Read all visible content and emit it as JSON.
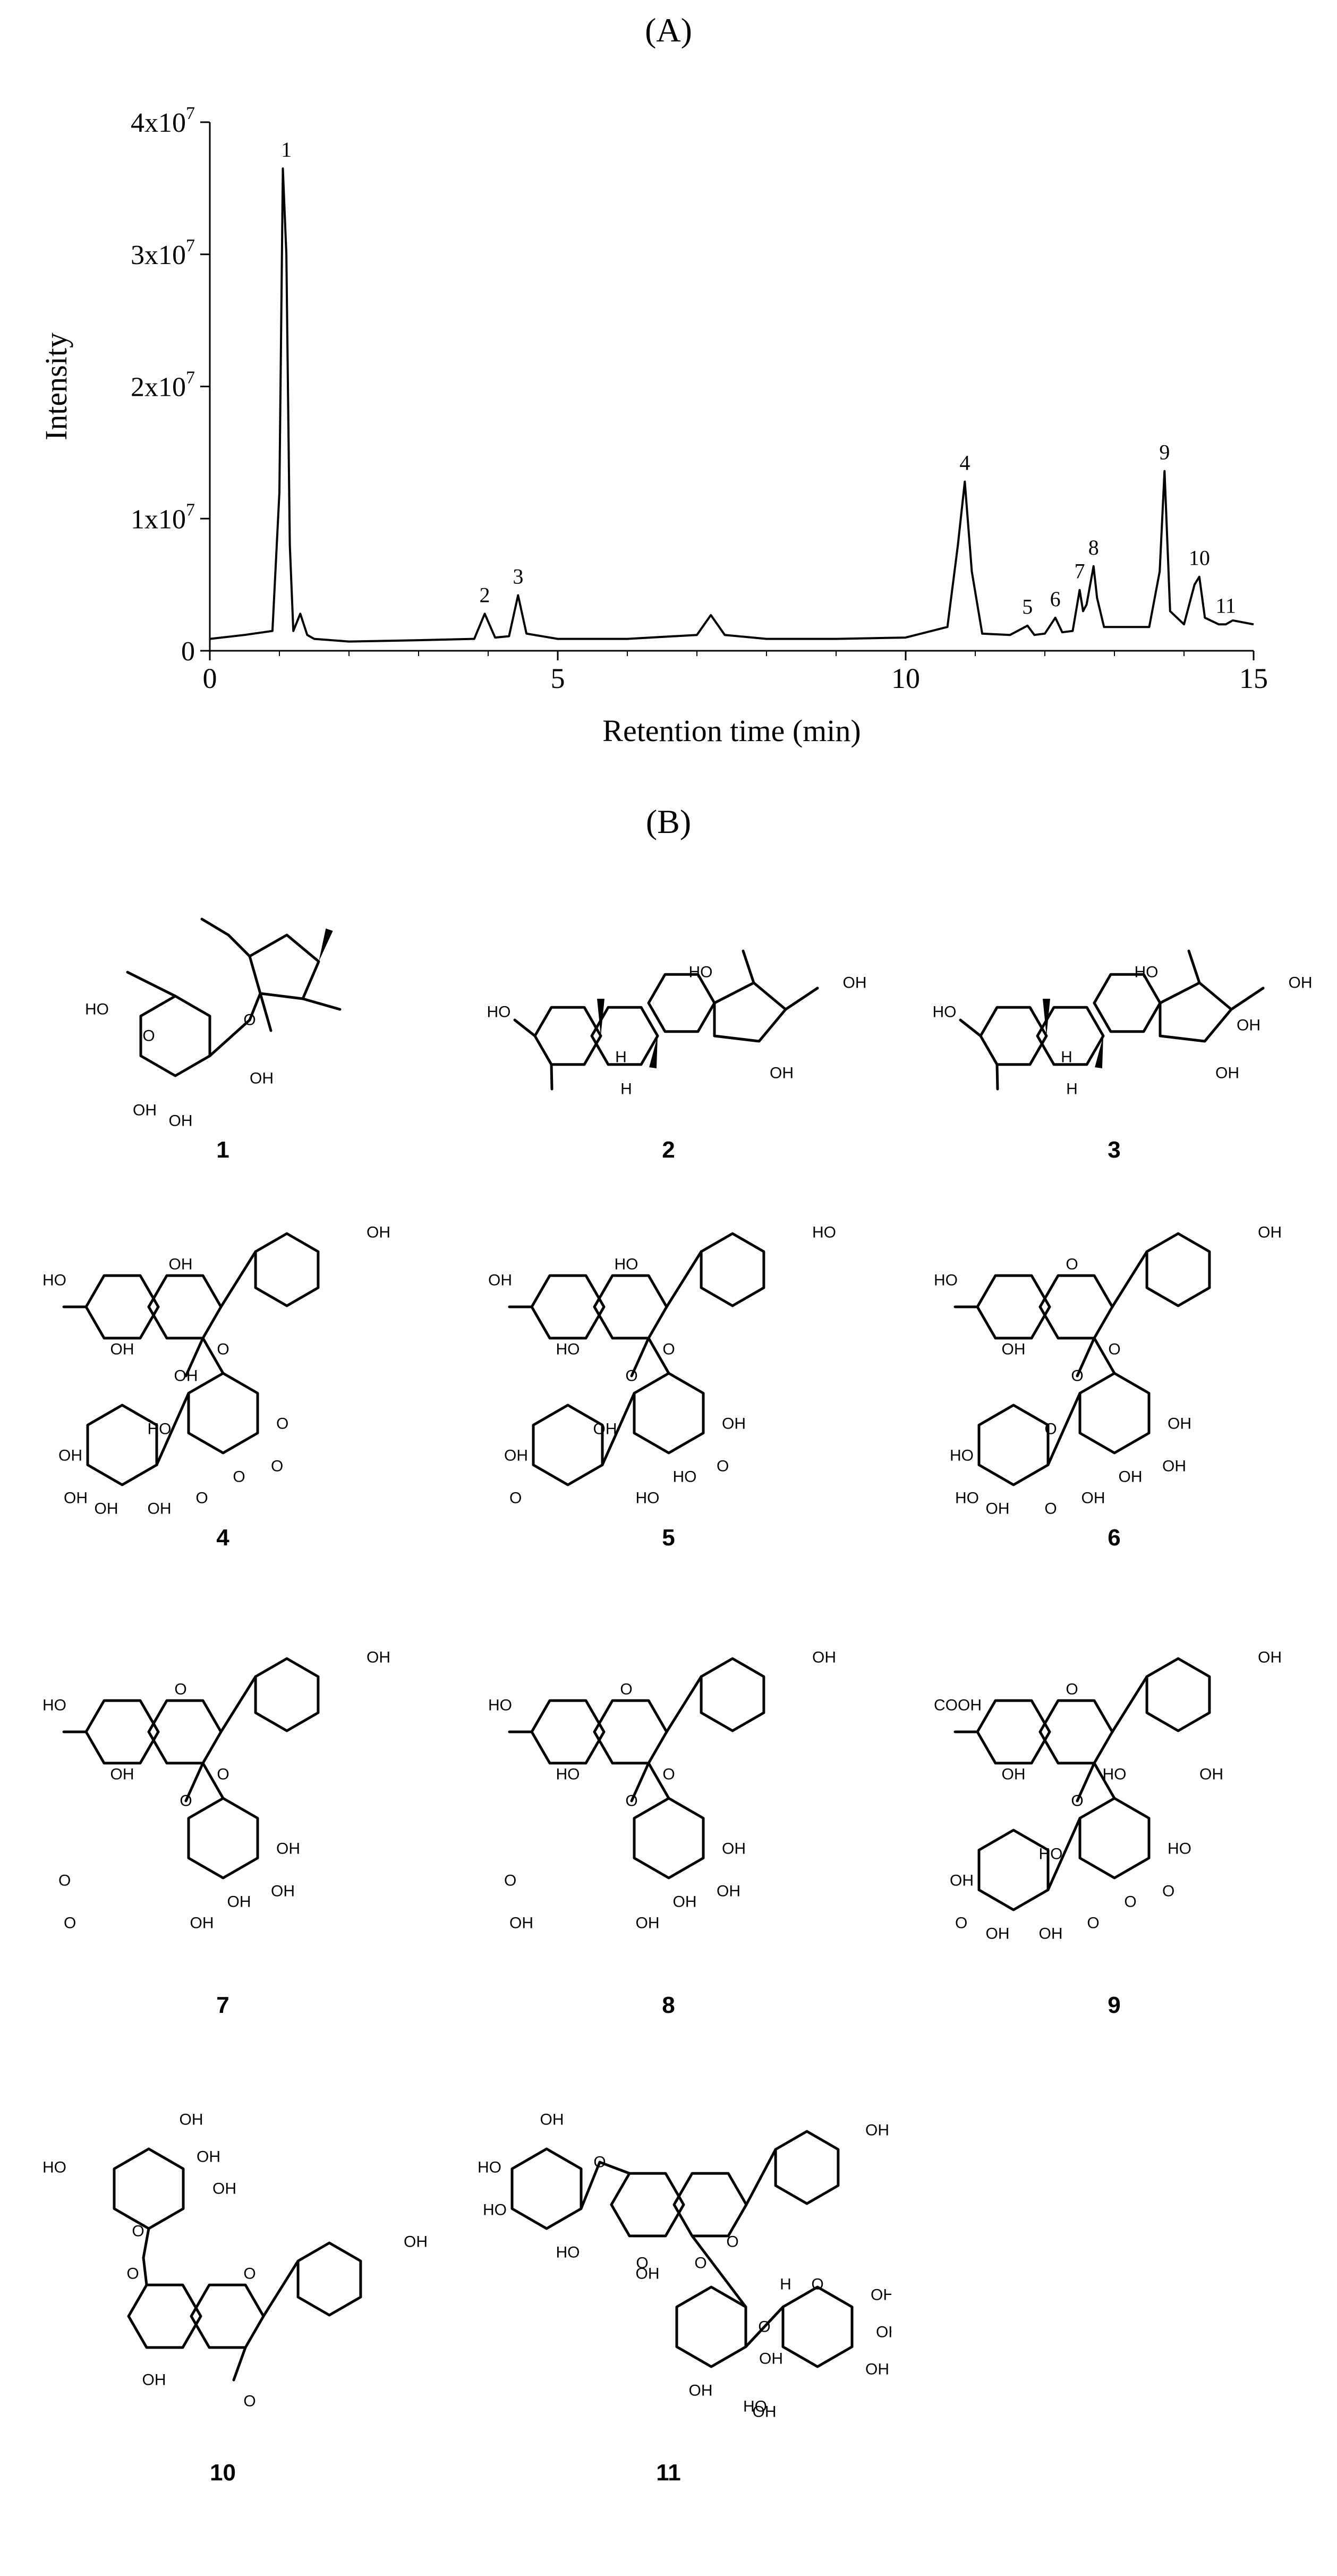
{
  "panels": {
    "a": "(A)",
    "b": "(B)"
  },
  "chart_data": {
    "type": "line",
    "xlabel": "Retention time (min)",
    "ylabel": "Intensity",
    "xlim": [
      0,
      15
    ],
    "ylim": [
      0,
      40000000
    ],
    "x_ticks": [
      "0",
      "5",
      "10",
      "15"
    ],
    "y_ticks": [
      "0",
      "1x10",
      "2x10",
      "3x10",
      "4x10"
    ],
    "y_tick_exponent": "7",
    "grid": false,
    "series": [
      {
        "x": [
          0,
          0.5,
          0.9,
          1.0,
          1.05,
          1.1,
          1.15,
          1.2,
          1.3,
          1.4,
          1.5,
          2,
          3,
          3.8,
          3.95,
          4.1,
          4.3,
          4.43,
          4.55,
          5,
          6,
          7,
          7.2,
          7.4,
          8,
          9,
          10,
          10.6,
          10.75,
          10.85,
          10.95,
          11.1,
          11.5,
          11.75,
          11.85,
          12.0,
          12.15,
          12.25,
          12.4,
          12.5,
          12.55,
          12.6,
          12.7,
          12.75,
          12.85,
          13.5,
          13.65,
          13.72,
          13.8,
          14.0,
          14.15,
          14.22,
          14.3,
          14.5,
          14.6,
          14.7,
          15
        ],
        "y": [
          900000,
          1200000,
          1500000,
          12000000,
          36500000,
          30000000,
          8000000,
          1500000,
          2800000,
          1200000,
          900000,
          700000,
          800000,
          900000,
          2800000,
          1000000,
          1100000,
          4200000,
          1300000,
          900000,
          900000,
          1200000,
          2700000,
          1200000,
          900000,
          900000,
          1000000,
          1800000,
          8000000,
          12800000,
          6000000,
          1300000,
          1200000,
          1900000,
          1200000,
          1300000,
          2500000,
          1400000,
          1500000,
          4600000,
          3000000,
          3500000,
          6400000,
          4000000,
          1800000,
          1800000,
          6000000,
          13600000,
          3000000,
          2000000,
          5000000,
          5600000,
          2500000,
          2000000,
          2000000,
          2300000,
          2000000
        ]
      }
    ],
    "peak_labels": [
      {
        "label": "1",
        "x": 1.1,
        "y": 36500000
      },
      {
        "label": "2",
        "x": 3.95,
        "y": 2800000
      },
      {
        "label": "3",
        "x": 4.43,
        "y": 4200000
      },
      {
        "label": "4",
        "x": 10.85,
        "y": 12800000
      },
      {
        "label": "5",
        "x": 11.75,
        "y": 1900000
      },
      {
        "label": "6",
        "x": 12.15,
        "y": 2500000
      },
      {
        "label": "7",
        "x": 12.5,
        "y": 4600000
      },
      {
        "label": "8",
        "x": 12.7,
        "y": 6400000
      },
      {
        "label": "9",
        "x": 13.72,
        "y": 13600000
      },
      {
        "label": "10",
        "x": 14.22,
        "y": 5600000
      },
      {
        "label": "11",
        "x": 14.6,
        "y": 2000000
      }
    ]
  },
  "compounds": [
    {
      "number": "1",
      "labels": [
        "HO",
        "OH",
        "OH",
        "OH",
        "O",
        "O"
      ]
    },
    {
      "number": "2",
      "labels": [
        "HO",
        "HO",
        "OH",
        "OH",
        "H",
        "H"
      ]
    },
    {
      "number": "3",
      "labels": [
        "HO",
        "HO",
        "OH",
        "OH",
        "OH",
        "H",
        "H"
      ]
    },
    {
      "number": "4",
      "labels": [
        "HO",
        "OH",
        "OH",
        "OH",
        "O",
        "O",
        "O",
        "O",
        "O",
        "OH",
        "OH",
        "OH",
        "HO",
        "OH",
        "OH"
      ]
    },
    {
      "number": "5",
      "labels": [
        "OH",
        "HO",
        "HO",
        "O",
        "O",
        "OH",
        "O",
        "HO",
        "HO",
        "HO",
        "OH",
        "O",
        "OH"
      ]
    },
    {
      "number": "6",
      "labels": [
        "HO",
        "OH",
        "O",
        "O",
        "O",
        "OH",
        "OH",
        "OH",
        "OH",
        "OH",
        "HO",
        "HO",
        "O",
        "OH",
        "O"
      ]
    },
    {
      "number": "7",
      "labels": [
        "HO",
        "OH",
        "O",
        "O",
        "O",
        "OH",
        "OH",
        "OH",
        "OH",
        "OH",
        "O",
        "O"
      ]
    },
    {
      "number": "8",
      "labels": [
        "HO",
        "OH",
        "O",
        "O",
        "O",
        "OH",
        "OH",
        "OH",
        "OH",
        "HO",
        "O",
        "OH"
      ]
    },
    {
      "number": "9",
      "labels": [
        "COOH",
        "OH",
        "O",
        "O",
        "HO",
        "HO",
        "O",
        "O",
        "O",
        "OH",
        "OH",
        "O",
        "HO",
        "OH",
        "OH",
        "OH"
      ]
    },
    {
      "number": "10",
      "labels": [
        "OH",
        "HO",
        "OH",
        "OH",
        "O",
        "O",
        "OH",
        "O",
        "O",
        "OH"
      ]
    },
    {
      "number": "11",
      "labels": [
        "OH",
        "HO",
        "OH",
        "HO",
        "O",
        "O",
        "OH",
        "O",
        "O",
        "OH",
        "O",
        "H",
        "O",
        "OH",
        "OH",
        "OH",
        "HO",
        "OH",
        "OH",
        "HO"
      ]
    }
  ]
}
